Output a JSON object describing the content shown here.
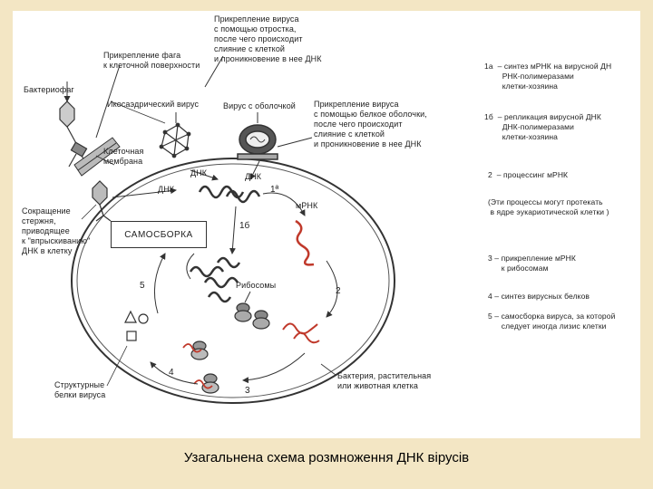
{
  "caption": "Узагальнена схема розмноження ДНК вірусів",
  "labels": {
    "bacteriophage": "Бактериофаг",
    "phage_attach": "Прикрепление фага\nк клеточной поверхности",
    "virus_tail_attach": "Прикрепление вируса\nс помощью отростка,\nпосле чего происходит\nслияние с клеткой\nи проникновение в нее ДНК",
    "icosahedral": "Икосаэдрический вирус",
    "enveloped": "Вирус с оболочкой",
    "envelope_attach": "Прикрепление вируса\nс помощью белкое оболочки,\nпосле чего происходит\nслияние с клеткой\nи проникновение в нее ДНК",
    "cell_membrane": "Клеточная\nмембрана",
    "contraction": "Сокращение\nстержня,\nприводящее\nк \"впрыскиванию\"\nДНК в клетку",
    "dna_1": "ДНК",
    "dna_2": "ДНК",
    "dna_3": "ДНК",
    "mrna": "мРНК",
    "self_assembly": "САМОСБОРКА",
    "ribosomes": "Рибосомы",
    "structural_proteins": "Структурные\nбелки вируса",
    "host_cell": "Бактерия, растительная\nили животная клетка"
  },
  "step_numbers": {
    "s1a": "1ª",
    "s1b": "1б",
    "s2": "2",
    "s3": "3",
    "s4": "4",
    "s5": "5"
  },
  "legend": {
    "l1a": "1а  – синтез мРНК на вирусной ДН\n        РНК-полимеразами\n        клетки-хозяина",
    "l1b": "1б  – репликация вирусной ДНК\n        ДНК-полимеразами\n        клетки-хозяина",
    "l2": "2  – процессинг мРНК",
    "l2note": "(Эти процессы могут протекать\n в ядре эукариотической клетки )",
    "l3": "3 – прикрепление мРНК\n      к рибосомам",
    "l4": "4 – синтез вирусных белков",
    "l5": "5 – самосборка вируса, за которой\n      следует иногда лизис клетки"
  },
  "colors": {
    "background": "#f3e6c4",
    "panel": "#ffffff",
    "line": "#333333",
    "mrna": "#c0392b"
  }
}
